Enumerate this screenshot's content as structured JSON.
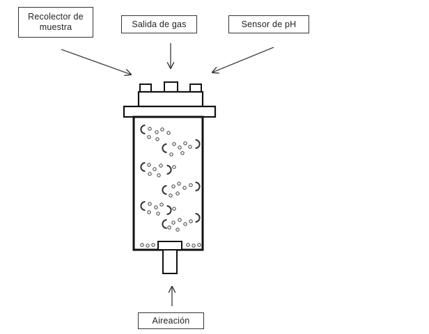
{
  "labels": {
    "sample_collector": "Recolector de muestra",
    "gas_outlet": "Salida de gas",
    "ph_sensor": "Sensor de pH",
    "aeration": "Aireación"
  }
}
